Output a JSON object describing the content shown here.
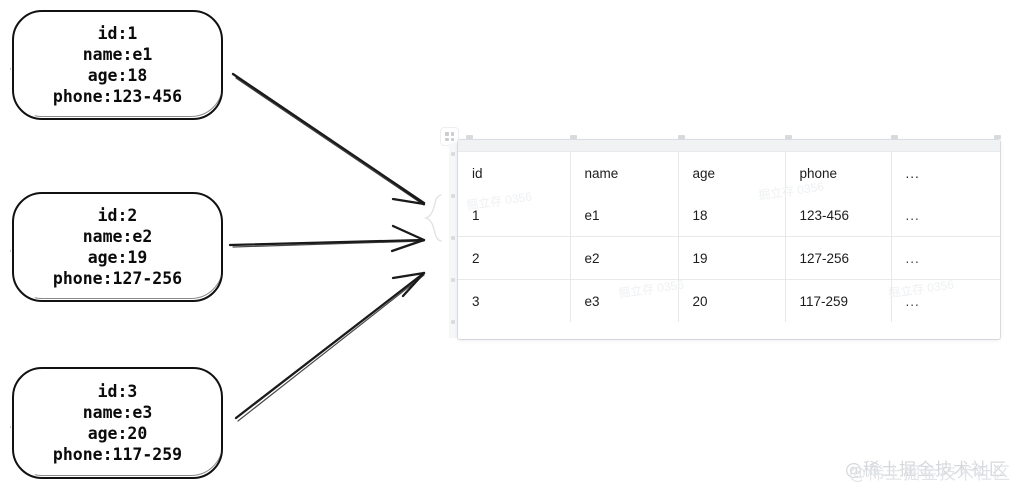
{
  "entities": [
    {
      "name": "entity-1",
      "lines": [
        "id:1",
        "name:e1",
        "age:18",
        "phone:123-456"
      ]
    },
    {
      "name": "entity-2",
      "lines": [
        "id:2",
        "name:e2",
        "age:19",
        "phone:127-256"
      ]
    },
    {
      "name": "entity-3",
      "lines": [
        "id:3",
        "name:e3",
        "age:20",
        "phone:117-259"
      ]
    }
  ],
  "table": {
    "headers": [
      "id",
      "name",
      "age",
      "phone",
      "..."
    ],
    "rows": [
      [
        "1",
        "e1",
        "18",
        "123-456",
        "..."
      ],
      [
        "2",
        "e2",
        "19",
        "127-256",
        "..."
      ],
      [
        "3",
        "e3",
        "20",
        "117-259",
        "..."
      ]
    ],
    "watermark_text": "掘立存 0356"
  },
  "watermark": {
    "text": "@稀土掘金技术社区"
  },
  "colors": {
    "stroke": "#111111",
    "grid_line": "#e6e8ea",
    "grid_topbar": "#f1f2f4",
    "gutter": "#f6f7f8",
    "watermark": "#d6d8dc"
  },
  "arrows": [
    {
      "name": "arrow-entity-1-to-table"
    },
    {
      "name": "arrow-entity-2-to-table"
    },
    {
      "name": "arrow-entity-3-to-table"
    }
  ]
}
